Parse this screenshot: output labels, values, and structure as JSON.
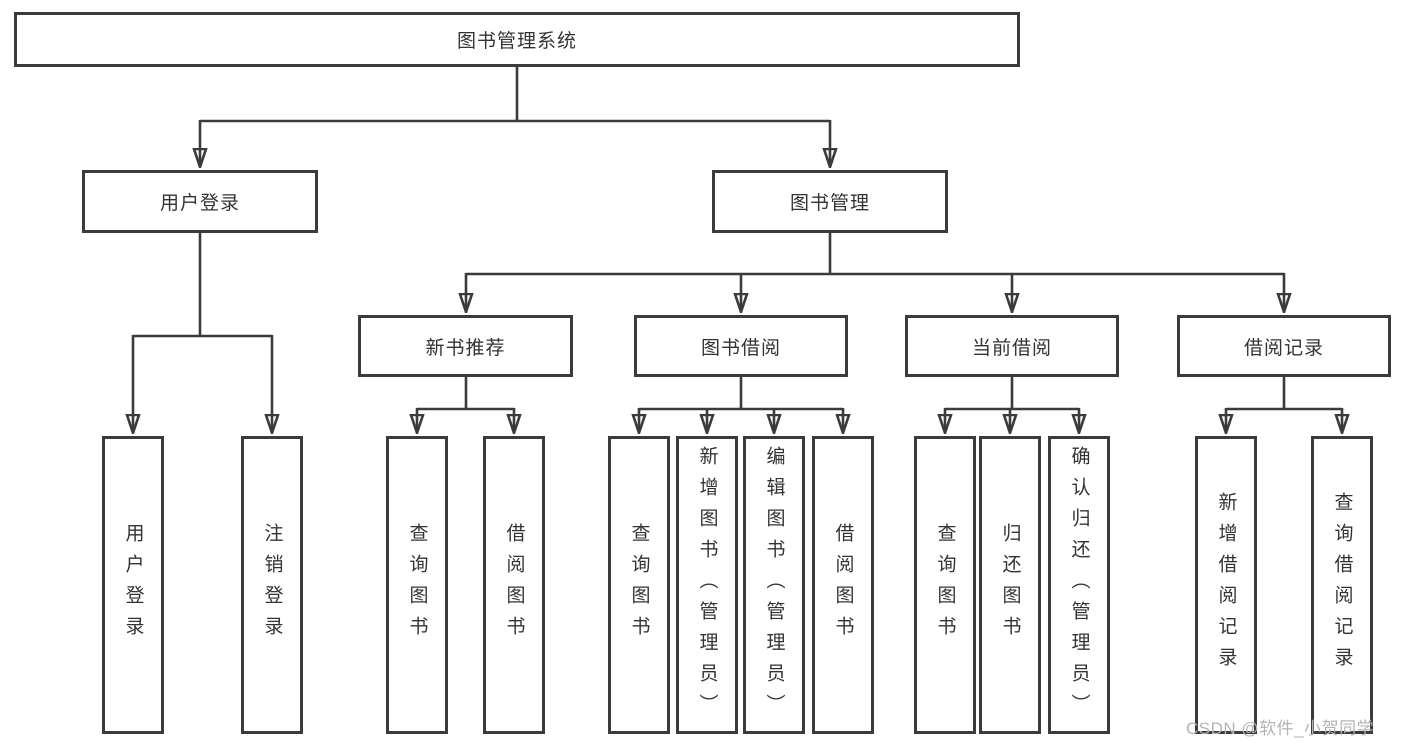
{
  "nodes": {
    "root": "图书管理系统",
    "level2": {
      "user_login": "用户登录",
      "book_management": "图书管理"
    },
    "level3": {
      "new_book_recommendation": "新书推荐",
      "book_borrowing": "图书借阅",
      "current_borrowing": "当前借阅",
      "borrowing_records": "借阅记录"
    },
    "leaves": {
      "user_login": "用户登录",
      "logout": "注销登录",
      "recommend_query_books": "查询图书",
      "recommend_borrow_books": "借阅图书",
      "borrowing_query_books": "查询图书",
      "borrowing_add_books_admin": "新增图书（管理员）",
      "borrowing_edit_books_admin": "编辑图书（管理员）",
      "borrowing_borrow_books": "借阅图书",
      "current_query_books": "查询图书",
      "current_return_books": "归还图书",
      "current_confirm_return_admin": "确认归还（管理员）",
      "records_add_record": "新增借阅记录",
      "records_query_record": "查询借阅记录"
    }
  },
  "hierarchy": {
    "图书管理系统": [
      "用户登录",
      "图书管理"
    ],
    "用户登录": [
      "用户登录",
      "注销登录"
    ],
    "图书管理": [
      "新书推荐",
      "图书借阅",
      "当前借阅",
      "借阅记录"
    ],
    "新书推荐": [
      "查询图书",
      "借阅图书"
    ],
    "图书借阅": [
      "查询图书",
      "新增图书（管理员）",
      "编辑图书（管理员）",
      "借阅图书"
    ],
    "当前借阅": [
      "查询图书",
      "归还图书",
      "确认归还（管理员）"
    ],
    "借阅记录": [
      "新增借阅记录",
      "查询借阅记录"
    ]
  },
  "watermark": "CSDN @软件_小贺同学",
  "colors": {
    "line": "#3b3b3b",
    "box_border": "#3b3b3b",
    "text": "#333333",
    "background": "#ffffff",
    "watermark": "#b4b4b4"
  }
}
